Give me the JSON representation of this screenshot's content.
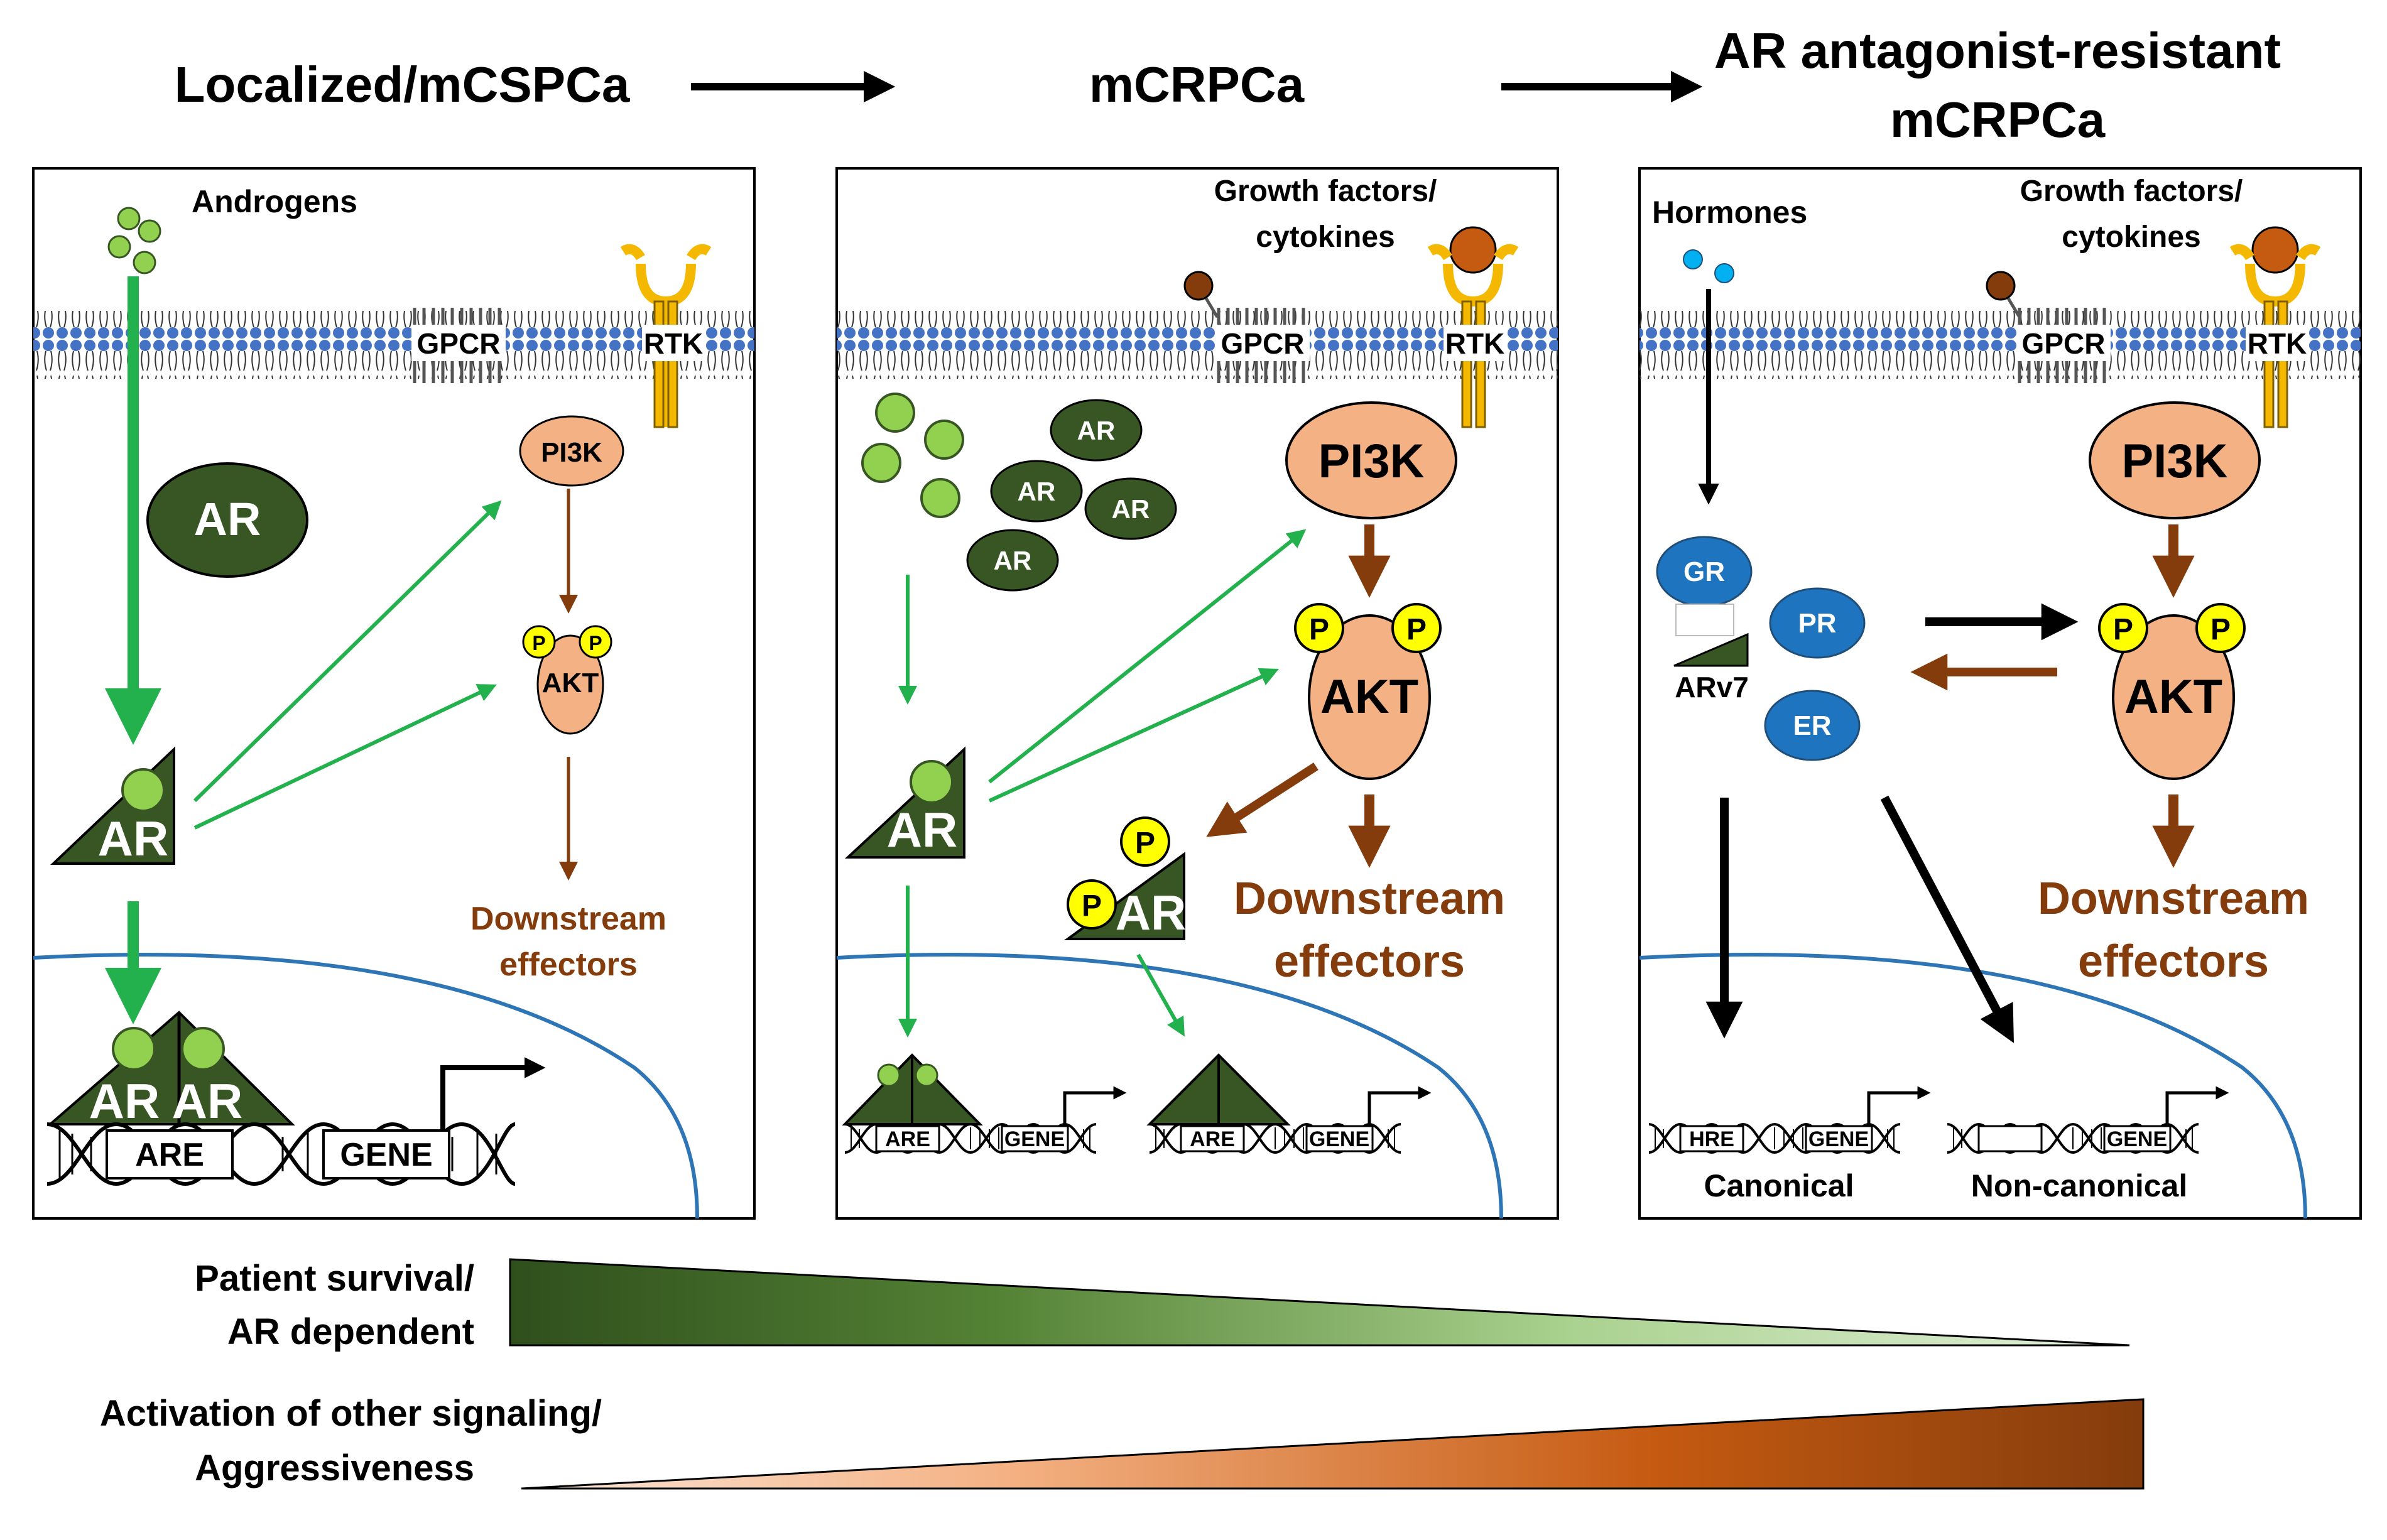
{
  "stages": {
    "stage1": "Localized/mCSPCa",
    "stage2": "mCRPCa",
    "stage3_line1": "AR antagonist-resistant",
    "stage3_line2": "mCRPCa"
  },
  "panel1": {
    "androgens": "Androgens",
    "gpcr": "GPCR",
    "rtk": "RTK",
    "ar_free": "AR",
    "pi3k": "PI3K",
    "akt": "AKT",
    "p": "P",
    "ar_bound": "AR",
    "downstream_1": "Downstream",
    "downstream_2": "effectors",
    "ar_dimer": "AR",
    "are": "ARE",
    "gene": "GENE"
  },
  "panel2": {
    "growth_1": "Growth factors/",
    "growth_2": "cytokines",
    "gpcr": "GPCR",
    "rtk": "RTK",
    "ar": "AR",
    "pi3k": "PI3K",
    "akt": "AKT",
    "p": "P",
    "downstream_1": "Downstream",
    "downstream_2": "effectors",
    "are": "ARE",
    "gene": "GENE"
  },
  "panel3": {
    "hormones": "Hormones",
    "growth_1": "Growth factors/",
    "growth_2": "cytokines",
    "gpcr": "GPCR",
    "rtk": "RTK",
    "gr": "GR",
    "pr": "PR",
    "er": "ER",
    "arv7": "ARv7",
    "pi3k": "PI3K",
    "akt": "AKT",
    "p": "P",
    "downstream_1": "Downstream",
    "downstream_2": "effectors",
    "hre": "HRE",
    "gene": "GENE",
    "canonical": "Canonical",
    "noncanonical": "Non-canonical"
  },
  "gradients": {
    "survival_1": "Patient survival/",
    "survival_2": "AR dependent",
    "activation_1": "Activation of other signaling/",
    "activation_2": "Aggressiveness"
  },
  "colors": {
    "ar_dark_green": "#375623",
    "ligand_green": "#92D050",
    "arrow_green": "#22B14C",
    "kinase_salmon": "#F4B183",
    "arrow_brown": "#843C0C",
    "phospho_yellow": "#FFFF00",
    "receptor_blue": "#1F74BF",
    "hormone_blue": "#00B0F0",
    "membrane_blue": "#4472C4",
    "rtk_gold": "#F5B800",
    "nucleus_blue": "#2E75B6"
  }
}
